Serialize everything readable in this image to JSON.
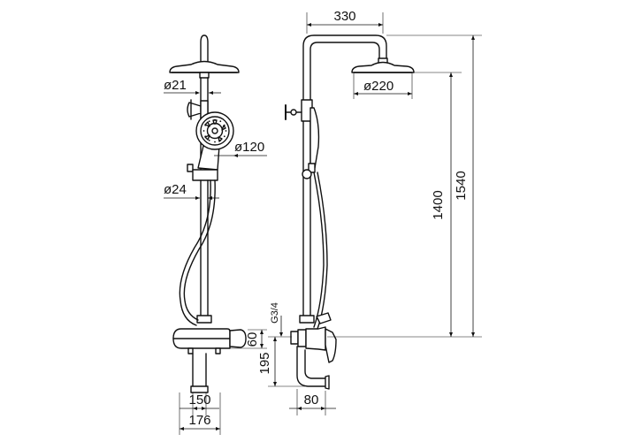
{
  "front_view": {
    "dim_pipe_diameter": "ø21",
    "dim_hand_shower_diameter": "ø120",
    "dim_riser_diameter": "ø24",
    "dim_height_60": "60",
    "dim_width_150": "150",
    "dim_width_176": "176"
  },
  "side_view": {
    "dim_arm_length": "330",
    "dim_head_diameter": "ø220",
    "dim_height_1400": "1400",
    "dim_height_1540": "1540",
    "dim_connection_thread": "G3/4",
    "dim_height_195": "195",
    "dim_spout_80": "80"
  }
}
